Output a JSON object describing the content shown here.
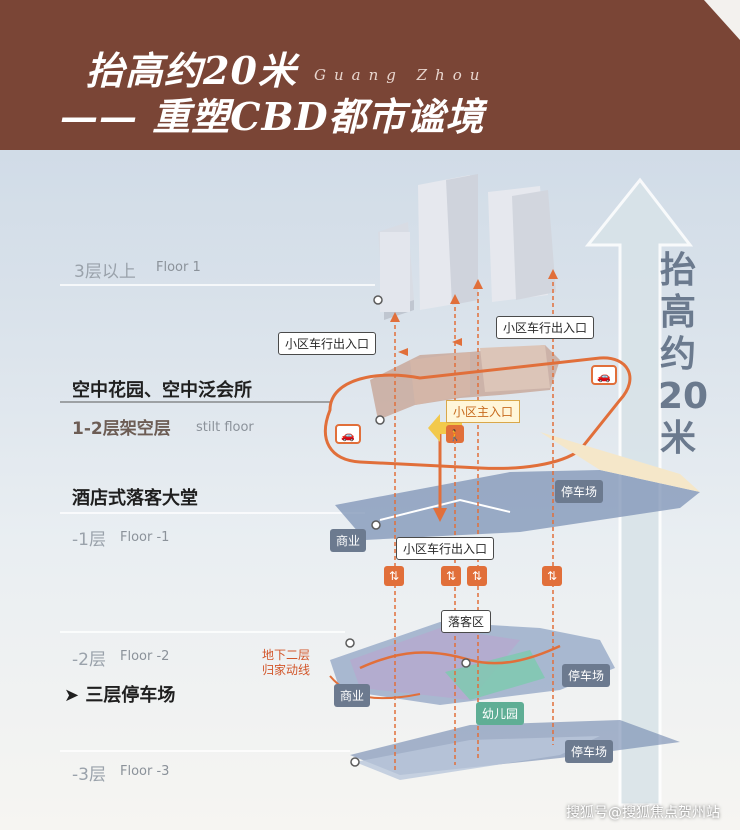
{
  "header": {
    "title1": "抬高约20米",
    "subtitle_en": "Guang Zhou",
    "title2": "—— 重塑CBD都市谧境"
  },
  "levels": {
    "l3": {
      "cn": "3层以上",
      "en": "Floor 1"
    },
    "sky": {
      "cn": "空中花园、空中泛会所"
    },
    "stilt": {
      "cn": "1-2层架空层",
      "en": "stilt floor"
    },
    "lobby": {
      "cn": "酒店式落客大堂"
    },
    "b1": {
      "cn": "-1层",
      "en": "Floor -1"
    },
    "b2": {
      "cn": "-2层",
      "en": "Floor -2"
    },
    "parking": {
      "cn": "➤ 三层停车场"
    },
    "b3": {
      "cn": "-3层",
      "en": "Floor -3"
    }
  },
  "tags": {
    "vehicle_entrance": "小区车行出入口",
    "main_entrance": "小区主入口",
    "parking": "停车场",
    "commerce": "商业",
    "drop_off": "落客区",
    "home_route_1": "地下二层",
    "home_route_2": "归家动线",
    "kindergarten": "幼儿园"
  },
  "side": {
    "c1": "抬",
    "c2": "高",
    "c3": "约",
    "c4": "20",
    "c5": "米"
  },
  "footer": {
    "text": "搜狐号@搜狐焦点贺州站"
  },
  "colors": {
    "banner": "#7a4536",
    "route": "#e16f3a",
    "accent_yellow": "#f2c94c",
    "tag_dark": "#6c7a8f"
  }
}
